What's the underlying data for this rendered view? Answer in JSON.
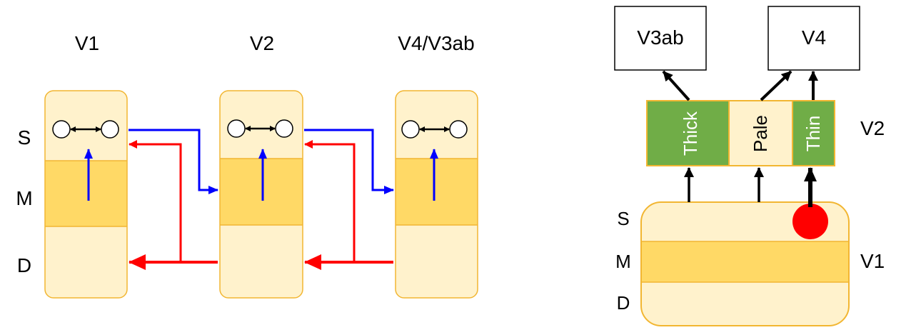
{
  "colors": {
    "column_outline": "#f2b632",
    "light_band": "#fff2cc",
    "middle_band": "#ffd966",
    "green_stripe": "#70ad47",
    "feedforward": "#0000ff",
    "feedback": "#ff0000",
    "black": "#000000"
  },
  "left_panel": {
    "area_labels": [
      "V1",
      "V2",
      "V4/V3ab"
    ],
    "layer_labels": [
      "S",
      "M",
      "D"
    ]
  },
  "right_panel": {
    "targets": [
      "V3ab",
      "V4"
    ],
    "stripes": [
      "Thick",
      "Pale",
      "Thin"
    ],
    "v2_label": "V2",
    "v1_label": "V1",
    "layer_labels": [
      "S",
      "M",
      "D"
    ]
  }
}
